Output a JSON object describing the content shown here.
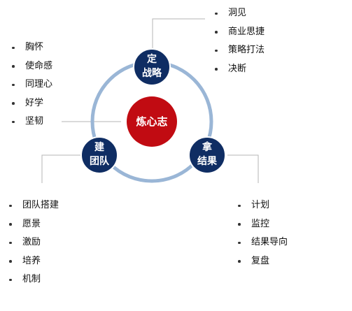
{
  "center": {
    "label": "炼心志"
  },
  "nodes": {
    "top": {
      "line1": "定",
      "line2": "战略"
    },
    "bottom_left": {
      "line1": "建",
      "line2": "团队"
    },
    "bottom_right": {
      "line1": "拿",
      "line2": "结果"
    }
  },
  "lists": {
    "top_right": [
      "洞见",
      "商业思捷",
      "策略打法",
      "决断"
    ],
    "left": [
      "胸怀",
      "使命感",
      "同理心",
      "好学",
      "坚韧"
    ],
    "bottom_left": [
      "团队搭建",
      "愿景",
      "激励",
      "培养",
      "机制"
    ],
    "bottom_right": [
      "计划",
      "监控",
      "结果导向",
      "复盘"
    ]
  },
  "colors": {
    "ring": "#9ab6d6",
    "node_fill": "#0f2d63",
    "center_fill": "#c10b12",
    "connector": "#b5b5b5"
  }
}
